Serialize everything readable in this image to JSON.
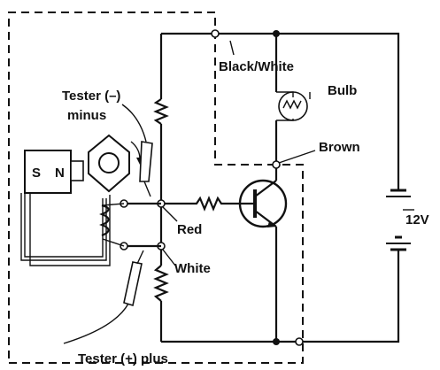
{
  "labels": {
    "black_white": "Black/White",
    "bulb": "Bulb",
    "brown": "Brown",
    "tester_minus_line1": "Tester (–)",
    "tester_minus_line2": "minus",
    "red": "Red",
    "white": "White",
    "tester_plus": "Tester (+) plus",
    "battery": "12V",
    "magnet_s": "S",
    "magnet_n": "N"
  },
  "icons": [
    "bulb-icon",
    "transistor-icon",
    "battery-icon",
    "resistor-icon",
    "magnet-icon",
    "pickup-coil-icon",
    "reluctor-icon",
    "tester-probe-icon"
  ]
}
